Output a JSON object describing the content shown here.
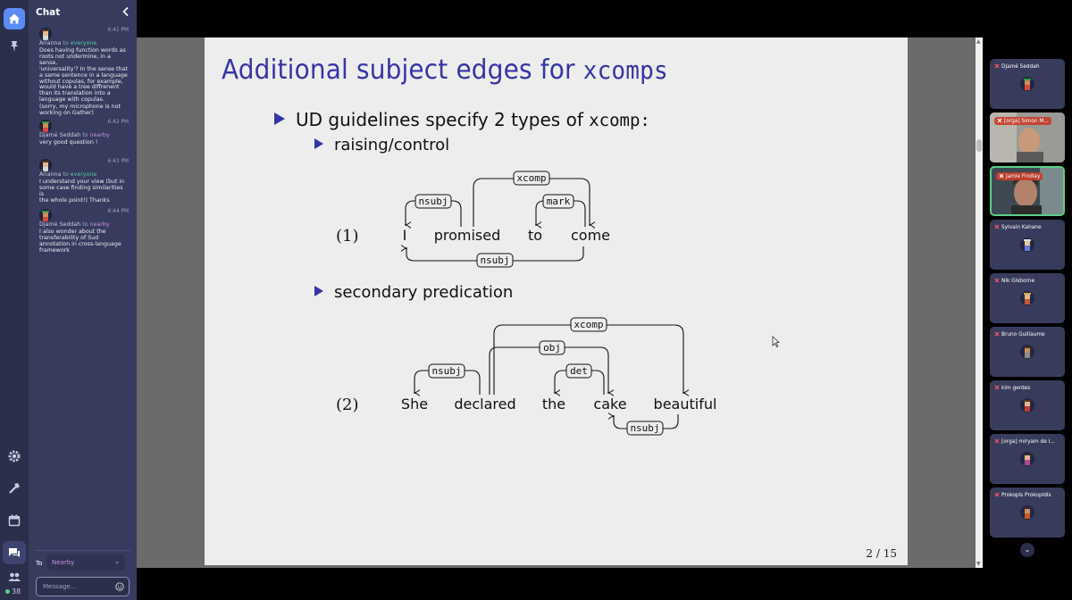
{
  "chat": {
    "title": "Chat",
    "messages": [
      {
        "time": "6:41 PM",
        "sender": "Arianna",
        "to": "to",
        "audience": "everyone",
        "lines": [
          "Does having function words as",
          "roots not undermine, in a sense,",
          "'universality'? In the sense that",
          "a same sentence in a language",
          "without copulas, for example,",
          "would have a tree diffrenent",
          "than its translation into a",
          "language with copulas.",
          "(sorry, my microphone is not",
          "working on Gather)"
        ]
      },
      {
        "time": "6:42 PM",
        "sender": "Djamé Seddah",
        "to": "to",
        "audience": "nearby",
        "lines": [
          "very good question !"
        ]
      },
      {
        "time": "6:43 PM",
        "sender": "Arianna",
        "to": "to",
        "audience": "everyone",
        "lines": [
          "I understand your view (but in",
          "some case finding similarities is",
          "the whole point!) Thanks"
        ]
      },
      {
        "time": "6:44 PM",
        "sender": "Djamé Seddah",
        "to": "to",
        "audience": "nearby",
        "lines": [
          "I also wonder about the",
          "transferability of Sud",
          "annotation in cross-language",
          "framework"
        ]
      }
    ],
    "to_label": "To",
    "to_value": "Nearby",
    "input_placeholder": "Message..."
  },
  "rail": {
    "online_count": "38"
  },
  "slide": {
    "title_prefix": "Additional subject edges for ",
    "title_code": "xcomps",
    "bullet1_text": "UD guidelines specify 2 types of ",
    "bullet1_code": "xcomp:",
    "bullet2": "raising/control",
    "bullet3": "secondary predication",
    "ex1": {
      "num": "(1)",
      "words": [
        "I",
        "promised",
        "to",
        "come"
      ],
      "labels": [
        "xcomp",
        "nsubj",
        "mark",
        "nsubj"
      ]
    },
    "ex2": {
      "num": "(2)",
      "words": [
        "She",
        "declared",
        "the",
        "cake",
        "beautiful"
      ],
      "labels": [
        "xcomp",
        "obj",
        "nsubj",
        "det",
        "nsubj"
      ]
    },
    "page": "2 / 15"
  },
  "participants": [
    {
      "name": "Djamé Seddah",
      "video": false
    },
    {
      "name": "[orga] Simon M...",
      "video": true
    },
    {
      "name": "Jamie Findlay",
      "video": true
    },
    {
      "name": "Sylvain Kahane",
      "video": false
    },
    {
      "name": "Nik Gisborne",
      "video": false
    },
    {
      "name": "Bruno Guillaume",
      "video": false
    },
    {
      "name": "kim gerdes",
      "video": false
    },
    {
      "name": "[orga] miryam de l...",
      "video": false
    },
    {
      "name": "Prokopis Prokopidis",
      "video": false
    }
  ],
  "colors": {
    "accent": "#3535a8",
    "chat_bg": "#373c5e",
    "rail_bg": "#2b2f4c",
    "everyone": "#56c7a5",
    "nearby": "#c98ce0"
  }
}
